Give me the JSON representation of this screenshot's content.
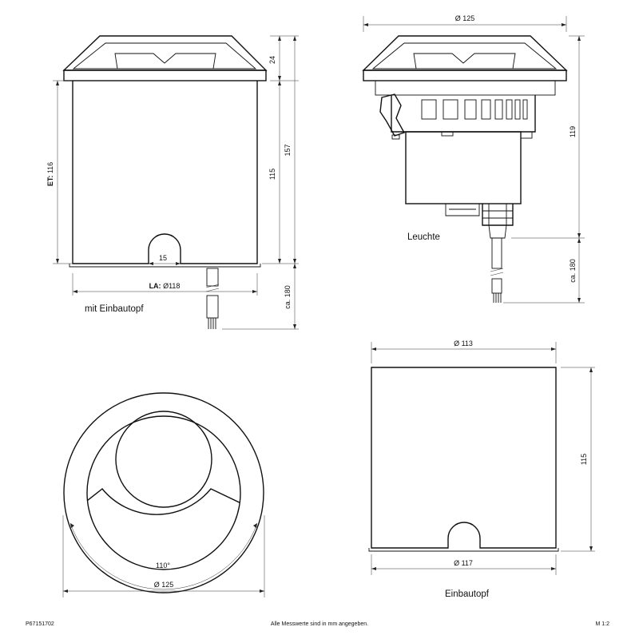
{
  "side_view": {
    "caption": "mit Einbautopf",
    "dims": {
      "height_top": "24",
      "height_total": "157",
      "height_body": "115",
      "et_prefix": "ET:",
      "et_value": " 116",
      "notch_width": "15",
      "la_prefix": "LA:",
      "la_value": " Ø118",
      "cable_length": "ca. 180"
    }
  },
  "luminaire_view": {
    "caption": "Leuchte",
    "dims": {
      "diameter": "Ø 125",
      "height": "119",
      "cable_length": "ca. 180"
    }
  },
  "top_view": {
    "dims": {
      "beam_angle": "110°",
      "diameter": "Ø 125"
    }
  },
  "housing_view": {
    "caption": "Einbautopf",
    "dims": {
      "top_diameter": "Ø 113",
      "height": "115",
      "bottom_diameter": "Ø 117"
    }
  },
  "footer": {
    "article_number": "P67151702",
    "note": "Alle Messwerte sind in mm angegeben.",
    "scale": "M 1:2"
  }
}
